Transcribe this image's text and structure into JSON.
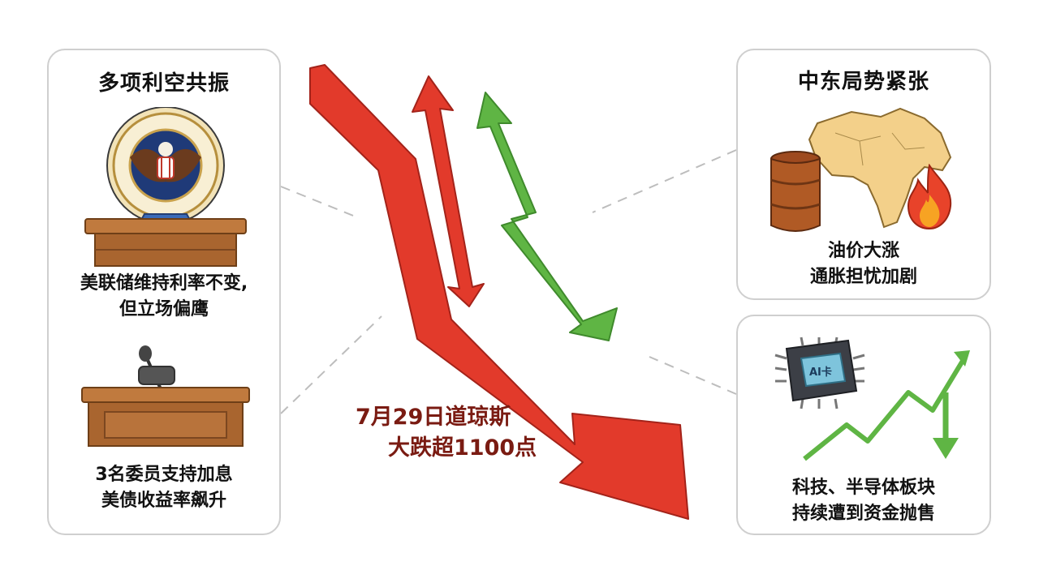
{
  "left_panel": {
    "title": "多项利空共振",
    "fed_caption_line1": "美联储维持利率不变,",
    "fed_caption_line2": "但立场偏鹰",
    "committee_caption_line1": "3名委员支持加息",
    "committee_caption_line2": "美债收益率飙升"
  },
  "headline": {
    "line1": "7月29日道琼斯",
    "line2": "大跌超1100点"
  },
  "middle_east_panel": {
    "title": "中东局势紧张",
    "caption_line1": "油价大涨",
    "caption_line2": "通胀担忧加剧"
  },
  "tech_panel": {
    "chip_label": "AI卡",
    "caption_line1": "科技、半导体板块",
    "caption_line2": "持续遭到资金抛售"
  },
  "colors": {
    "down_red": "#e23a2b",
    "up_green": "#5fb544",
    "headline_brown": "#7a1b12",
    "panel_border": "#cfcfcf"
  },
  "icons": [
    "fed-seal-icon",
    "podium-icon",
    "desk-microphone-icon",
    "oil-barrel-icon",
    "middle-east-map-icon",
    "fire-icon",
    "ai-chip-icon",
    "tech-line-chart-icon"
  ]
}
